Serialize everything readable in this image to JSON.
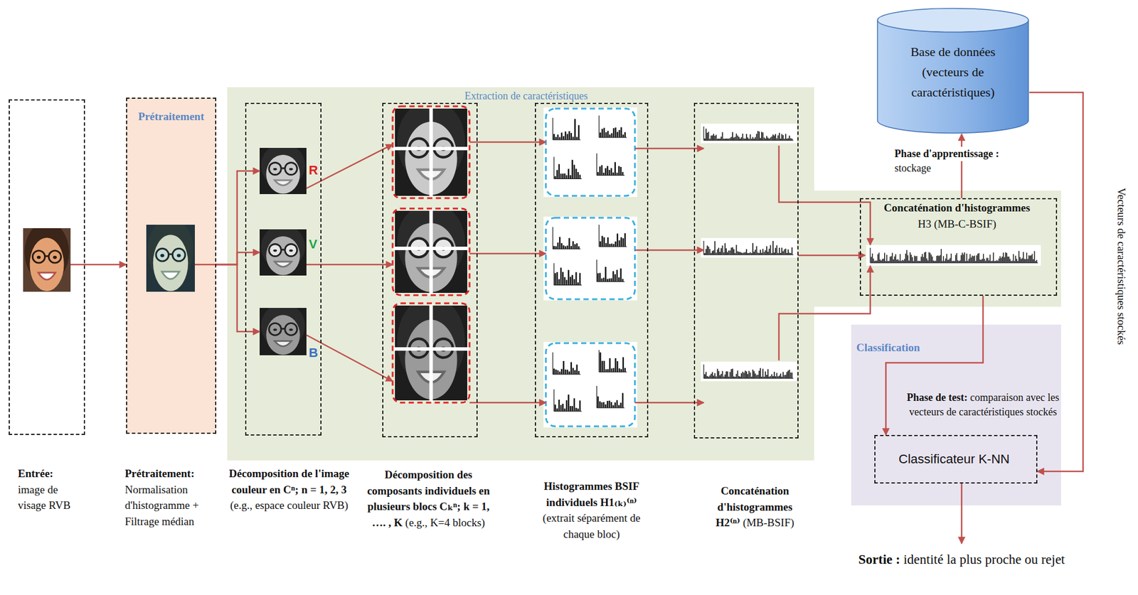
{
  "diagram": {
    "nodes": [
      {
        "text": [
          "Entrée:",
          "image de visage RVB"
        ]
      },
      {
        "text": [
          "Prétraitement",
          "Prétraitement:",
          "Normalisation d'histogramme + Filtrage médian"
        ]
      },
      {
        "text": [
          "Extraction de caractéristiques"
        ]
      },
      {
        "text": [
          "Décomposition de l'image couleur en Cⁿ; n = 1, 2, 3",
          "(e.g., espace couleur RVB)"
        ],
        "in": 2
      },
      {
        "text": [
          "R"
        ],
        "in": 3
      },
      {
        "text": [
          "V"
        ],
        "in": 3
      },
      {
        "text": [
          "B"
        ],
        "in": 3
      },
      {
        "text": [
          "Décomposition des composants individuels en plusieurs blocs Cₖⁿ; k = 1, …. , K",
          "(e.g., K=4 blocks)"
        ],
        "in": 2
      },
      {
        "text": [
          "Histogrammes BSIF individuels H1₍ₖ₎⁽ⁿ⁾",
          "(extrait séparément de chaque bloc)"
        ],
        "in": 2
      },
      {
        "text": [
          "Concaténation d'histogrammes H2⁽ⁿ⁾",
          "(MB-BSIF)"
        ],
        "in": 2
      },
      {
        "text": [
          "Base de données (vecteurs de caractéristiques)"
        ]
      },
      {
        "text": [
          "Concaténation d'histogrammes",
          "H3 (MB-C-BSIF)"
        ]
      },
      {
        "text": [
          "Classification"
        ]
      },
      {
        "text": [
          "Classificateur K-NN"
        ],
        "in": 12
      }
    ],
    "edges": [
      {
        "from": 0,
        "to": 1,
        "arrow": "to"
      },
      {
        "from": 1,
        "to": 4,
        "arrow": "to"
      },
      {
        "from": 1,
        "to": 5,
        "arrow": "to"
      },
      {
        "from": 1,
        "to": 6,
        "arrow": "to"
      },
      {
        "from": 11,
        "to": 10,
        "arrow": "to"
      },
      {
        "from": 11,
        "to": 13,
        "arrow": "to"
      },
      {
        "from": 10,
        "to": 13,
        "arrow": "to",
        "label": "Vecteurs de caractéristiques stockés"
      }
    ],
    "labels": [
      "Phase d'apprentissage :",
      "stockage",
      "Phase de test:",
      "comparaison avec les vecteurs de caractéristiques stockés",
      "Sortie :",
      "identité la plus proche ou rejet"
    ]
  }
}
